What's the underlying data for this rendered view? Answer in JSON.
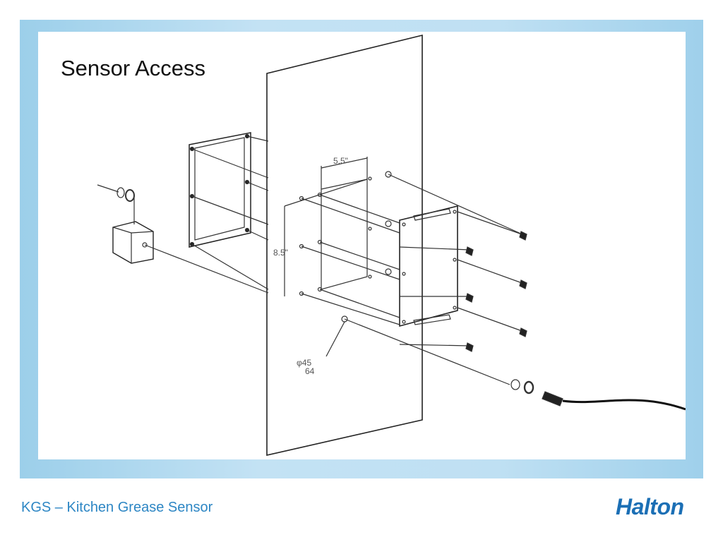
{
  "slide": {
    "title": "Sensor Access",
    "footer": "KGS – Kitchen Grease Sensor",
    "logo": "Halton"
  },
  "drawing": {
    "dim_width": "5.5\"",
    "dim_height": "8.5\"",
    "hole_diameter": "φ45",
    "hole_diameter_denominator": "64"
  },
  "colors": {
    "frame": "#aed8ee",
    "footer_text": "#2d86c4",
    "logo": "#1b6fb5"
  }
}
